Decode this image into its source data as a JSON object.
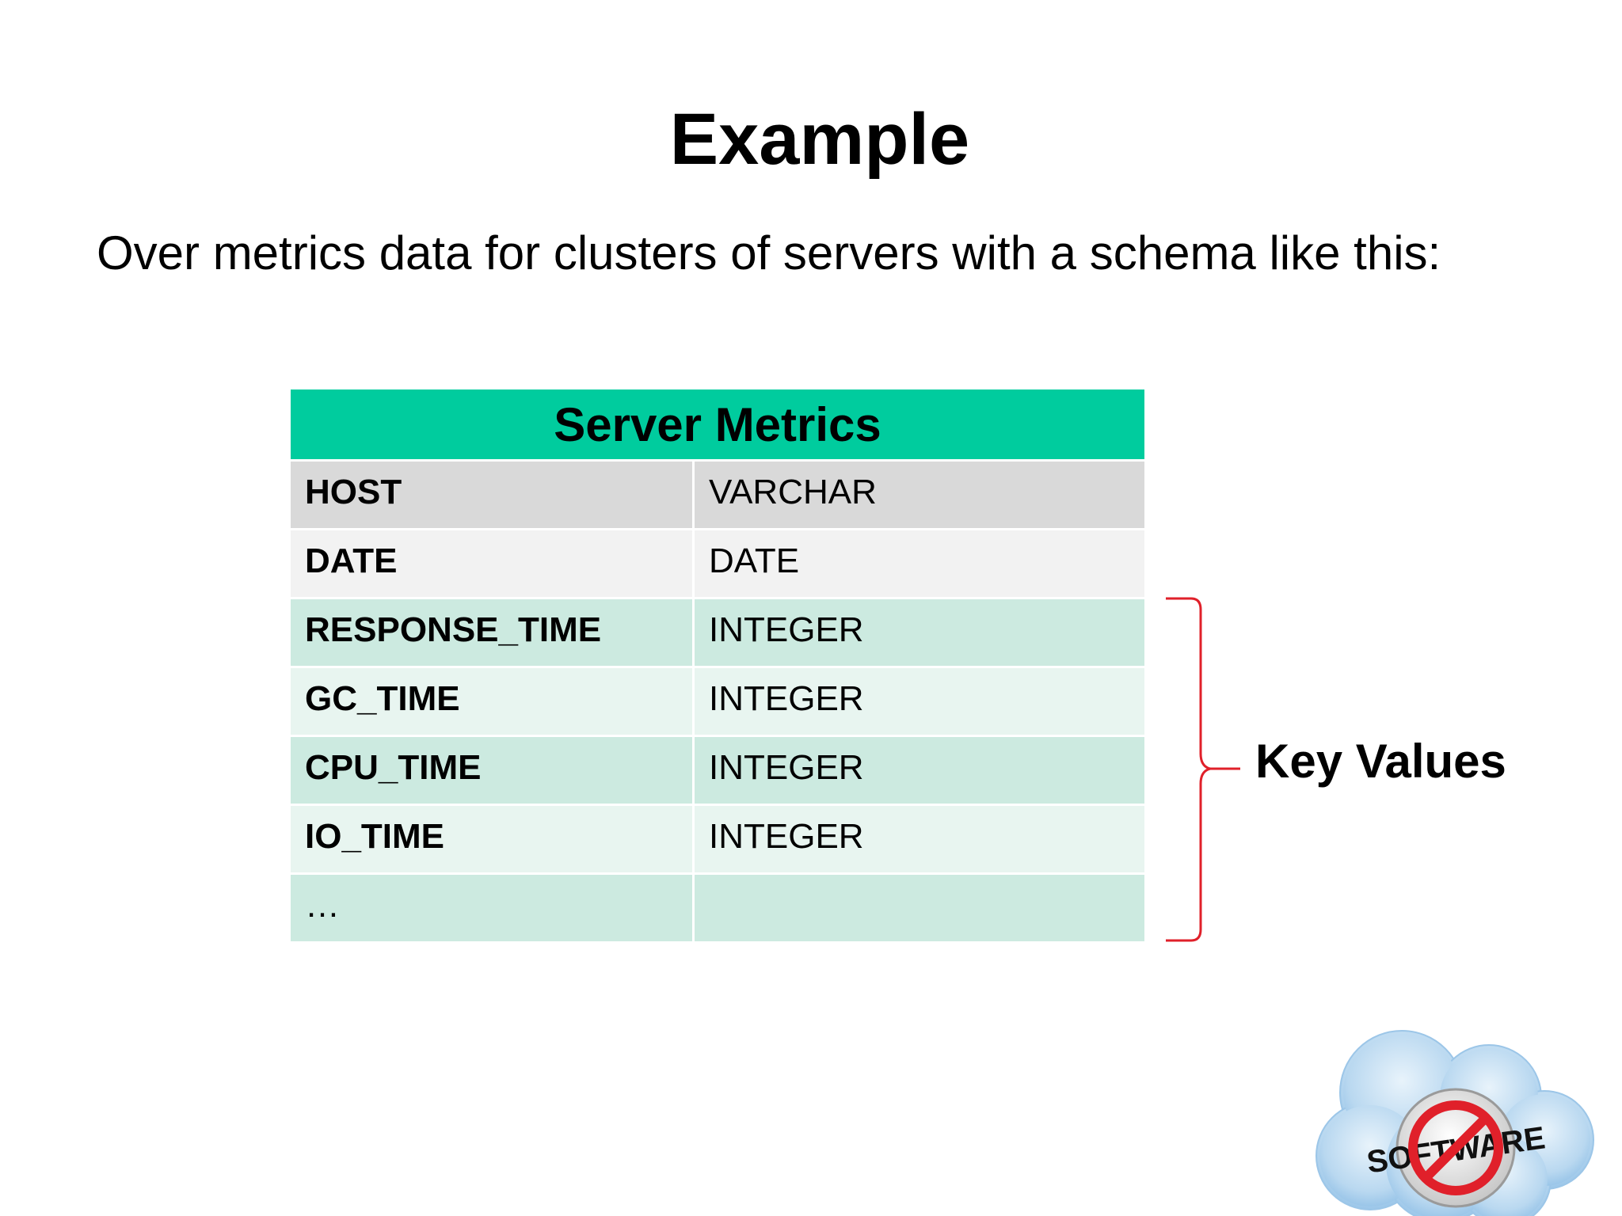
{
  "slide": {
    "title": "Example",
    "subtitle": "Over metrics data for clusters of servers with a schema like this:"
  },
  "table": {
    "title": "Server Metrics",
    "rows": [
      {
        "name": "HOST",
        "type": "VARCHAR"
      },
      {
        "name": "DATE",
        "type": "DATE"
      },
      {
        "name": "RESPONSE_TIME",
        "type": "INTEGER"
      },
      {
        "name": "GC_TIME",
        "type": "INTEGER"
      },
      {
        "name": "CPU_TIME",
        "type": "INTEGER"
      },
      {
        "name": "IO_TIME",
        "type": "INTEGER"
      },
      {
        "name": "…",
        "type": ""
      }
    ]
  },
  "annotation": {
    "label": "Key Values",
    "brace_color": "#e0202a"
  },
  "logo": {
    "text": "SOFTWARE",
    "icon": "no-software-cloud-icon"
  },
  "colors": {
    "header": "#00cc9e",
    "row_gray": "#d9d9d9",
    "row_light": "#f2f2f2",
    "row_green": "#cceae0",
    "row_green_light": "#e8f5f0"
  }
}
